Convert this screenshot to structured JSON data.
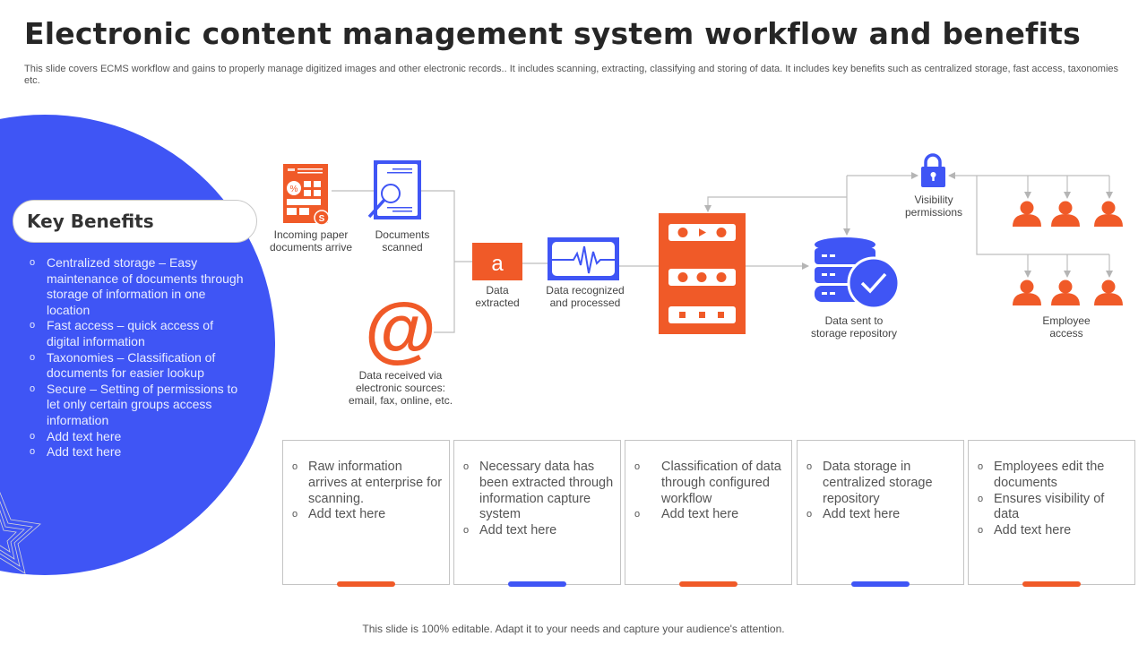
{
  "header": {
    "title": "Electronic content management system workflow and benefits",
    "subtitle": "This slide covers ECMS workflow and gains to properly manage digitized images and other electronic records.. It includes scanning, extracting, classifying and storing of data. It includes key benefits such as centralized storage, fast access, taxonomies etc."
  },
  "colors": {
    "blue": "#3f55f5",
    "orange": "#f05a28",
    "connector": "#b9b9b9",
    "text": "#262626"
  },
  "key_benefits": {
    "title": "Key Benefits",
    "items": [
      "Centralized storage – Easy maintenance of documents through storage of information in one location",
      "Fast access – quick access of digital information",
      "Taxonomies – Classification of documents for easier lookup",
      "Secure – Setting of permissions to let only  certain groups access information",
      "Add text here",
      "Add text here"
    ]
  },
  "workflow": {
    "nodes": [
      {
        "id": "paper",
        "icon": "tax-document-icon",
        "label_lines": [
          "Incoming paper",
          "documents arrive"
        ]
      },
      {
        "id": "scan",
        "icon": "document-search-icon",
        "label_lines": [
          "Documents",
          "scanned"
        ]
      },
      {
        "id": "email",
        "icon": "at-sign-icon",
        "label_lines": [
          "Data received via",
          "electronic sources:",
          "email, fax,  online, etc."
        ]
      },
      {
        "id": "extract",
        "icon": "letter-a-icon",
        "glyph": "a",
        "label_lines": [
          "Data",
          "extracted"
        ]
      },
      {
        "id": "recognize",
        "icon": "waveform-monitor-icon",
        "label_lines": [
          "Data recognized",
          "and processed"
        ]
      },
      {
        "id": "classify",
        "icon": "server-rack-icon",
        "label_lines": []
      },
      {
        "id": "storage",
        "icon": "database-check-icon",
        "label_lines": [
          "Data sent to",
          "storage repository"
        ]
      },
      {
        "id": "permissions",
        "icon": "lock-icon",
        "label_lines": [
          "Visibility",
          "permissions"
        ]
      },
      {
        "id": "employees",
        "icon": "user-group-icon",
        "label_lines": [
          "Employee",
          "access"
        ]
      }
    ]
  },
  "steps": [
    {
      "items": [
        "Raw information arrives at enterprise for scanning.",
        "Add text here"
      ],
      "bar_color": "#f05a28"
    },
    {
      "items": [
        "Necessary data has been extracted through information capture system",
        "Add text here"
      ],
      "bar_color": "#3f55f5"
    },
    {
      "items": [
        "Classification of data through configured workflow",
        "Add text here"
      ],
      "bar_color": "#f05a28"
    },
    {
      "items": [
        "Data storage in centralized storage repository",
        "Add text here"
      ],
      "bar_color": "#3f55f5"
    },
    {
      "items": [
        "Employees edit the documents",
        "Ensures visibility of data",
        "Add text here"
      ],
      "bar_color": "#f05a28"
    }
  ],
  "footer": "This slide is 100% editable. Adapt it to your needs and capture your audience's attention."
}
